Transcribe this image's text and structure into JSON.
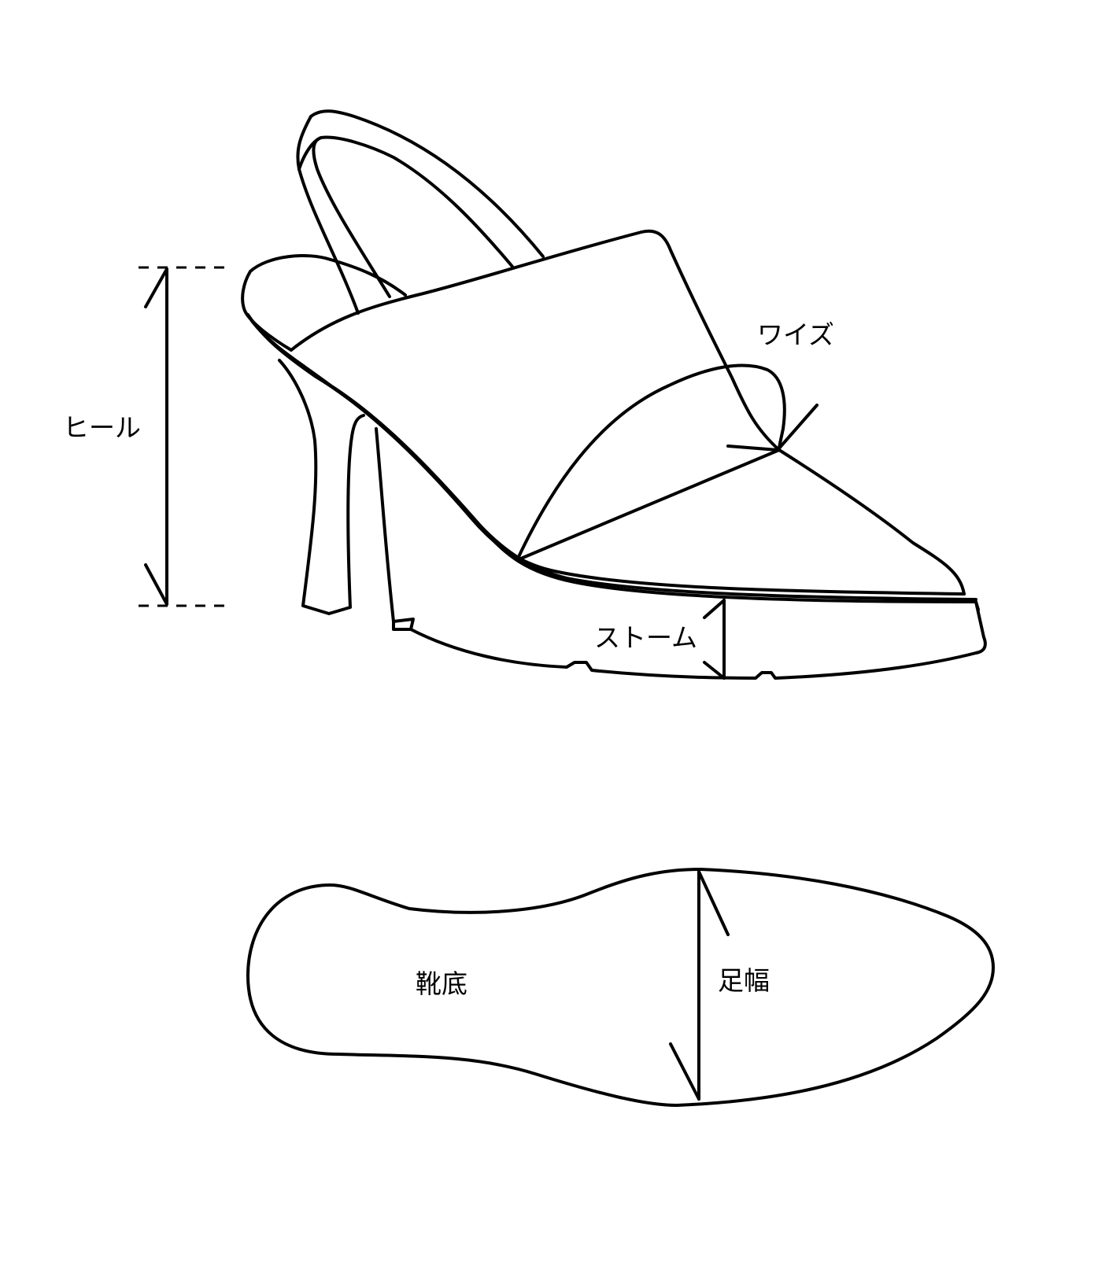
{
  "labels": {
    "heel": "ヒール",
    "width": "ワイズ",
    "platform": "ストーム",
    "sole": "靴底",
    "foot_width": "足幅"
  },
  "colors": {
    "line": "#000000",
    "background": "#ffffff"
  }
}
